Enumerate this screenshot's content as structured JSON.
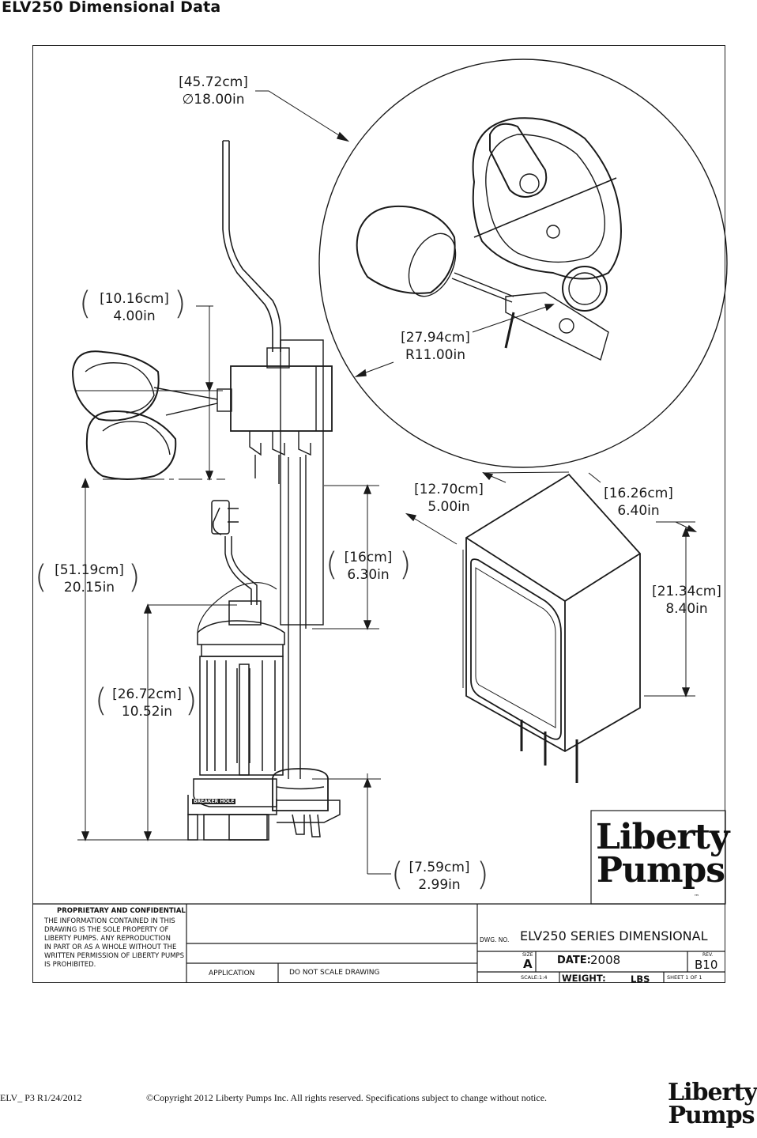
{
  "title": "ELV250 Dimensional Data",
  "dimensions": {
    "float_switch": {
      "metric": "[45.72cm]",
      "imperial": "∅18.00in"
    },
    "float_radius": {
      "metric": "[27.94cm]",
      "imperial": "R11.00in"
    },
    "float_offset": {
      "metric": "[10.16cm]",
      "imperial": "4.00in"
    },
    "overall_height": {
      "metric": "[51.19cm]",
      "imperial": "20.15in"
    },
    "pump_height": {
      "metric": "[26.72cm]",
      "imperial": "10.52in"
    },
    "probe_length": {
      "metric": "[16cm]",
      "imperial": "6.30in"
    },
    "base_height": {
      "metric": "[7.59cm]",
      "imperial": "2.99in"
    },
    "box_depth": {
      "metric": "[12.70cm]",
      "imperial": "5.00in"
    },
    "box_width": {
      "metric": "[16.26cm]",
      "imperial": "6.40in"
    },
    "box_height": {
      "metric": "[21.34cm]",
      "imperial": "8.40in"
    }
  },
  "pump_label": "BREAKER HOLE",
  "logo": {
    "line1": "Liberty",
    "line2": "Pumps",
    "tm": "™"
  },
  "title_block": {
    "proprietary_heading": "PROPRIETARY AND CONFIDENTIAL",
    "proprietary_text": [
      "THE INFORMATION CONTAINED IN THIS",
      "DRAWING IS THE SOLE PROPERTY OF",
      "LIBERTY PUMPS.  ANY REPRODUCTION",
      "IN PART OR AS A WHOLE WITHOUT THE",
      "WRITTEN PERMISSION OF LIBERTY PUMPS",
      "IS PROHIBITED."
    ],
    "application_label": "APPLICATION",
    "do_not_scale": "DO  NOT  SCALE  DRAWING",
    "dwg_no_label": "DWG.  NO.",
    "dwg_no": "ELV250 SERIES DIMENSIONAL",
    "size_label": "SIZE",
    "size": "A",
    "date_label": "DATE:",
    "date": "2008",
    "rev_label": "REV.",
    "rev": "B10",
    "scale": "SCALE:1:4",
    "weight_label": "WEIGHT:",
    "weight_unit": "LBS",
    "sheet": "SHEET 1 OF 1"
  },
  "footer": {
    "doc_id": "ELV_ P3 R1/24/2012",
    "copyright": "©Copyright 2012  Liberty Pumps Inc.    All rights reserved.  Specifications subject to change without notice."
  }
}
